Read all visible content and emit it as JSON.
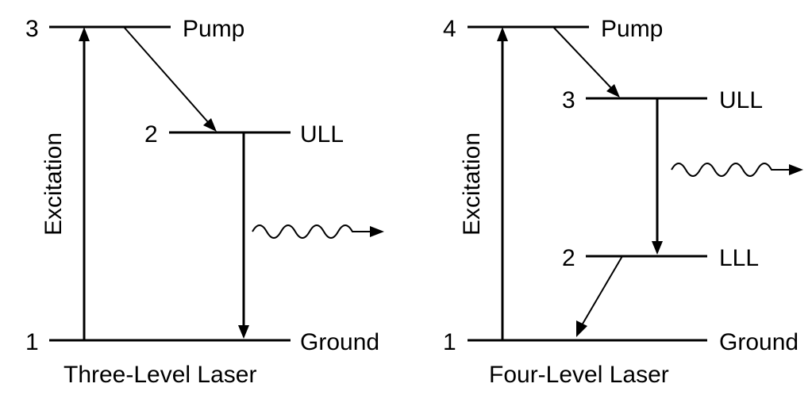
{
  "three_level": {
    "caption": "Three-Level Laser",
    "axis_label": "Excitation",
    "levels": [
      {
        "number": "3",
        "label": "Pump"
      },
      {
        "number": "2",
        "label": "ULL"
      },
      {
        "number": "1",
        "label": "Ground"
      }
    ]
  },
  "four_level": {
    "caption": "Four-Level Laser",
    "axis_label": "Excitation",
    "levels": [
      {
        "number": "4",
        "label": "Pump"
      },
      {
        "number": "3",
        "label": "ULL"
      },
      {
        "number": "2",
        "label": "LLL"
      },
      {
        "number": "1",
        "label": "Ground"
      }
    ]
  },
  "colors": {
    "line": "#000000",
    "background": "#ffffff"
  }
}
